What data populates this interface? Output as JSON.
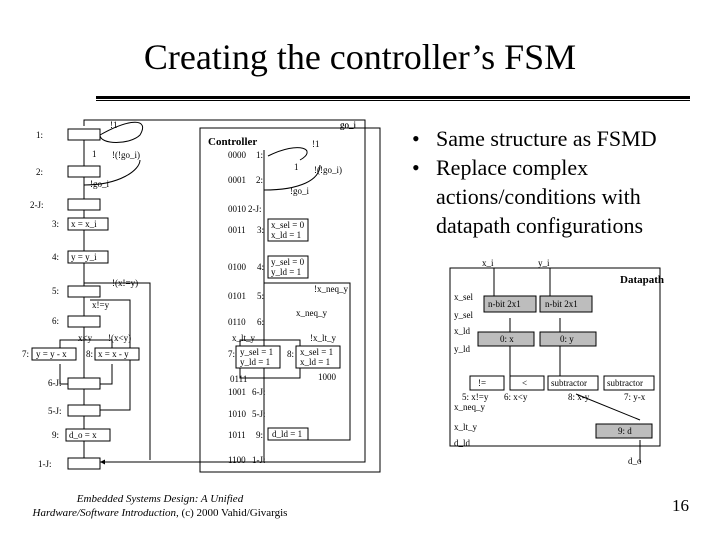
{
  "slide": {
    "title": "Creating the controller’s FSM",
    "bullets": [
      "Same structure as FSMD",
      "Replace complex actions/conditions with datapath configurations"
    ],
    "citation_line1": "Embedded Systems Design: A Unified",
    "citation_line2_italic": "Hardware/Software Introduction,",
    "citation_line2_plain": " (c) 2000 Vahid/Givargis",
    "page_number": "16"
  },
  "fsmd": {
    "top_label": "go_i",
    "states": [
      {
        "id": "1",
        "label": "1:",
        "box": ""
      },
      {
        "id": "2",
        "label": "2:",
        "box": ""
      },
      {
        "id": "2j",
        "label": "2-J:",
        "box": ""
      },
      {
        "id": "3",
        "label": "3:",
        "box": "x = x_i"
      },
      {
        "id": "4",
        "label": "4:",
        "box": "y = y_i"
      },
      {
        "id": "5",
        "label": "5:",
        "box": ""
      },
      {
        "id": "6",
        "label": "6:",
        "box": ""
      },
      {
        "id": "7",
        "label": "7:",
        "box": "y = y - x"
      },
      {
        "id": "8",
        "label": "8:",
        "box": "x = x - y"
      },
      {
        "id": "6j",
        "label": "6-J:",
        "box": ""
      },
      {
        "id": "5j",
        "label": "5-J:",
        "box": ""
      },
      {
        "id": "9",
        "label": "9:",
        "box": "d_o = x"
      },
      {
        "id": "1j",
        "label": "1-J:",
        "box": ""
      }
    ],
    "edges": {
      "not1_top": "!1",
      "one_a": "1",
      "not1_b": "!(!go_i)",
      "not_go_i": "!go_i",
      "not_x_ne_y": "!(x!=y)",
      "x_ne_y": "x!=y",
      "x_lt_y": "x<y",
      "not_x_lt_y": "!(x<y)"
    }
  },
  "controller": {
    "title": "Controller",
    "top_label": "go_i",
    "states": [
      {
        "code": "0000",
        "num": "1:",
        "box": []
      },
      {
        "code": "0001",
        "num": "2:",
        "box": []
      },
      {
        "code": "0010",
        "num": "2-J:",
        "box": []
      },
      {
        "code": "0011",
        "num": "3:",
        "box": [
          "x_sel = 0",
          "x_ld = 1"
        ]
      },
      {
        "code": "0100",
        "num": "4:",
        "box": [
          "y_sel = 0",
          "y_ld = 1"
        ]
      },
      {
        "code": "0101",
        "num": "5:",
        "box": []
      },
      {
        "code": "0110",
        "num": "6:",
        "box": []
      },
      {
        "code": "0111",
        "num": "7:",
        "box": [
          "y_sel = 1",
          "y_ld = 1"
        ]
      },
      {
        "code": "1000",
        "num": "8:",
        "box": [
          "x_sel = 1",
          "x_ld = 1"
        ]
      },
      {
        "code": "1001",
        "num": "6-J:",
        "box": []
      },
      {
        "code": "1010",
        "num": "5-J:",
        "box": []
      },
      {
        "code": "1011",
        "num": "9:",
        "box": [
          "d_ld = 1"
        ]
      },
      {
        "code": "1100",
        "num": "1-J:",
        "box": []
      }
    ],
    "edges": {
      "not1": "!1",
      "one": "1",
      "not_not_go_i": "!(!go_i)",
      "not_go_i": "!go_i",
      "x_neq_y": "x_neq_y",
      "not_x_neq_y": "!x_neq_y",
      "x_lt_y": "x_lt_y",
      "not_x_lt_y": "!x_lt_y"
    }
  },
  "datapath": {
    "title": "Datapath",
    "inputs": [
      "x_i",
      "y_i"
    ],
    "signals": [
      "x_sel",
      "y_sel",
      "x_ld",
      "y_ld",
      "x_neq_y",
      "x_lt_y",
      "d_ld",
      "d_o"
    ],
    "mux": "n-bit 2x1",
    "reg_x": "0: x",
    "reg_y": "0: y",
    "reg_d": "9: d",
    "cmp_ne": "!=",
    "cmp_lt": "<",
    "cmp_ne_label": "5: x!=y",
    "cmp_lt_label": "6: x<y",
    "sub1": "subtractor",
    "sub2": "subtractor",
    "sub1_label": "8: x-y",
    "sub2_label": "7: y-x"
  }
}
